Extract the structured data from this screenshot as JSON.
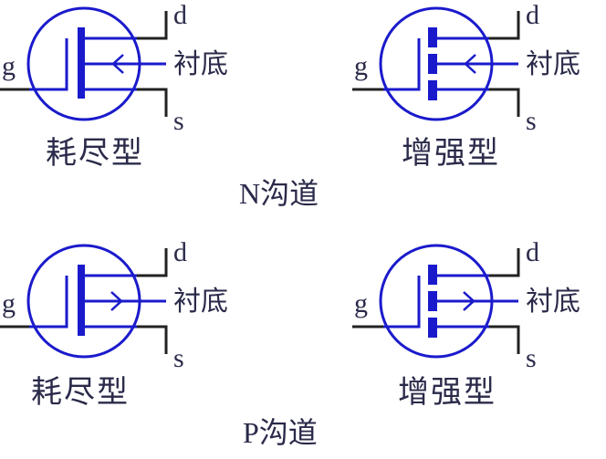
{
  "colors": {
    "symbol": "#1a1acc",
    "wire": "#222222",
    "text": "#2a2a4a",
    "background": "#ffffff"
  },
  "channels": [
    {
      "label": "N沟道",
      "arrow_direction": "inward",
      "devices": [
        {
          "type_label": "耗尽型",
          "channel": "continuous",
          "pins": {
            "drain": "d",
            "gate": "g",
            "source": "s",
            "substrate": "衬底"
          }
        },
        {
          "type_label": "增强型",
          "channel": "segmented",
          "pins": {
            "drain": "d",
            "gate": "g",
            "source": "s",
            "substrate": "衬底"
          }
        }
      ]
    },
    {
      "label": "P沟道",
      "arrow_direction": "outward",
      "devices": [
        {
          "type_label": "耗尽型",
          "channel": "continuous",
          "pins": {
            "drain": "d",
            "gate": "g",
            "source": "s",
            "substrate": "衬底"
          }
        },
        {
          "type_label": "增强型",
          "channel": "segmented",
          "pins": {
            "drain": "d",
            "gate": "g",
            "source": "s",
            "substrate": "衬底"
          }
        }
      ]
    }
  ]
}
